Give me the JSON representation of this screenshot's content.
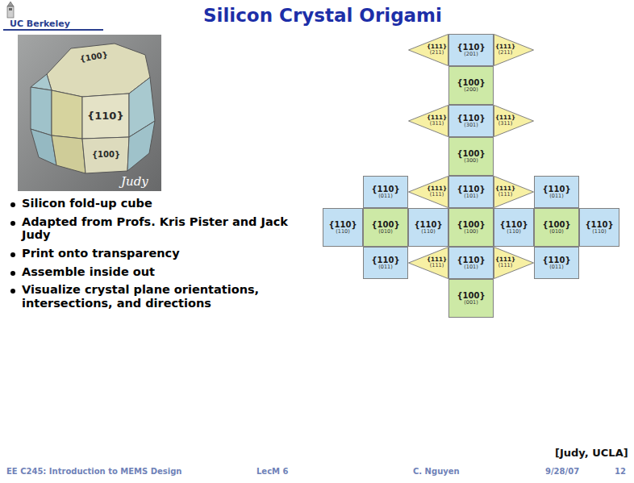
{
  "diagram": {
    "title": "Silicon Crystal Origami",
    "nodes": [
      {
        "text": [
          "{111}",
          "(211)"
        ]
      },
      {
        "text": [
          "{110}",
          "(201)"
        ]
      },
      {
        "text": [
          "{111}",
          "(211)"
        ]
      },
      {
        "text": [
          "{100}",
          "(200)"
        ]
      },
      {
        "text": [
          "{111}",
          "(311)"
        ]
      },
      {
        "text": [
          "{110}",
          "(301)"
        ]
      },
      {
        "text": [
          "{111}",
          "(311)"
        ]
      },
      {
        "text": [
          "{100}",
          "(300)"
        ]
      },
      {
        "text": [
          "{110}",
          "(011)"
        ]
      },
      {
        "text": [
          "{111}",
          "(111)"
        ]
      },
      {
        "text": [
          "{110}",
          "(101)"
        ]
      },
      {
        "text": [
          "{111}",
          "(111)"
        ]
      },
      {
        "text": [
          "{110}",
          "(011)"
        ]
      },
      {
        "text": [
          "{110}",
          "(110)"
        ]
      },
      {
        "text": [
          "{100}",
          "(010)"
        ]
      },
      {
        "text": [
          "{110}",
          "(110)"
        ]
      },
      {
        "text": [
          "{100}",
          "(100)"
        ]
      },
      {
        "text": [
          "{110}",
          "(110)"
        ]
      },
      {
        "text": [
          "{100}",
          "(010)"
        ]
      },
      {
        "text": [
          "{110}",
          "(110)"
        ]
      },
      {
        "text": [
          "{110}",
          "(011)"
        ]
      },
      {
        "text": [
          "{111}",
          "(111)"
        ]
      },
      {
        "text": [
          "{110}",
          "(101)"
        ]
      },
      {
        "text": [
          "{111}",
          "(111)"
        ]
      },
      {
        "text": [
          "{110}",
          "(011)"
        ]
      },
      {
        "text": [
          "{100}",
          "(001)"
        ]
      }
    ],
    "labels": [
      "UC Berkeley",
      "{100}",
      "{110}",
      "{100}",
      "Judy",
      "Silicon fold-up cube",
      "Adapted from Profs. Kris Pister and Jack Judy",
      "Print onto transparency",
      "Assemble inside out",
      "Visualize crystal plane orientations, intersections, and directions",
      "[Judy, UCLA]",
      "EE C245: Introduction to MEMS Design",
      "LecM 6",
      "C. Nguyen",
      "9/28/07",
      "12"
    ]
  }
}
